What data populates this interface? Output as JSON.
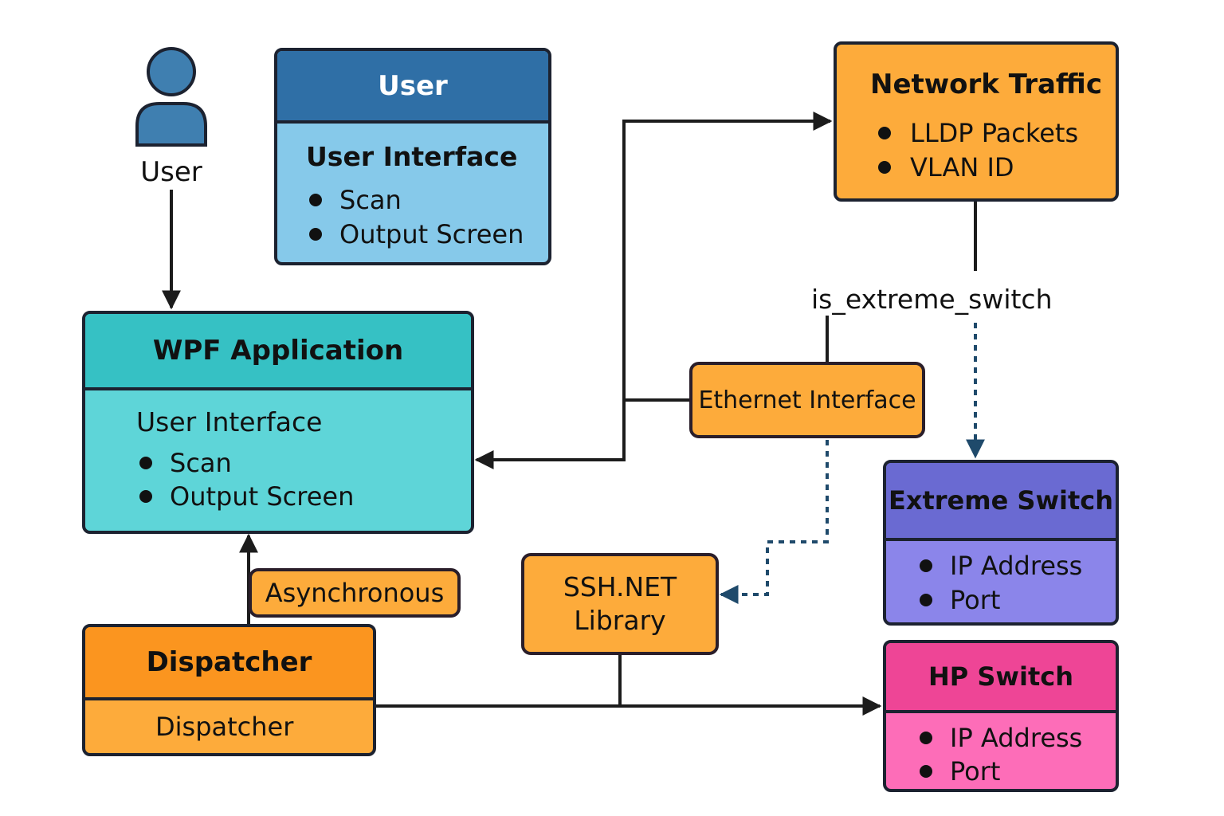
{
  "actor": {
    "label": "User",
    "icon": "user-icon"
  },
  "user_box": {
    "title": "User",
    "section": "User Interface",
    "items": [
      "Scan",
      "Output Screen"
    ]
  },
  "wpf_box": {
    "title": "WPF Application",
    "section": "User Interface",
    "items": [
      "Scan",
      "Output Screen"
    ]
  },
  "network_box": {
    "title": "Network Traffic",
    "items": [
      "LLDP Packets",
      "VLAN ID"
    ]
  },
  "junction_label": "is_extreme_switch",
  "ethernet_box": {
    "label": "Ethernet Interface"
  },
  "extreme_box": {
    "title": "Extreme Switch",
    "items": [
      "IP Address",
      "Port"
    ]
  },
  "ssh_box": {
    "line1": "SSH.NET",
    "line2": "Library"
  },
  "async_label": "Asynchronous",
  "dispatcher_box": {
    "title": "Dispatcher",
    "subtitle": "Dispatcher"
  },
  "hp_box": {
    "title": "HP Switch",
    "items": [
      "IP Address",
      "Port"
    ]
  },
  "colors": {
    "user_head": "#2f6fa6",
    "user_body": "#86c9ea",
    "wpf_head": "#36c1c4",
    "wpf_body": "#5ed5d8",
    "orange": "#fdab3b",
    "dispatcher_head": "#fb951f",
    "extreme_head": "#6a6ad2",
    "extreme_body": "#8b85ea",
    "hp_head": "#ee4596",
    "hp_body": "#fd6db8",
    "line": "#1c1c1c",
    "dashed": "#1f4a6b"
  }
}
